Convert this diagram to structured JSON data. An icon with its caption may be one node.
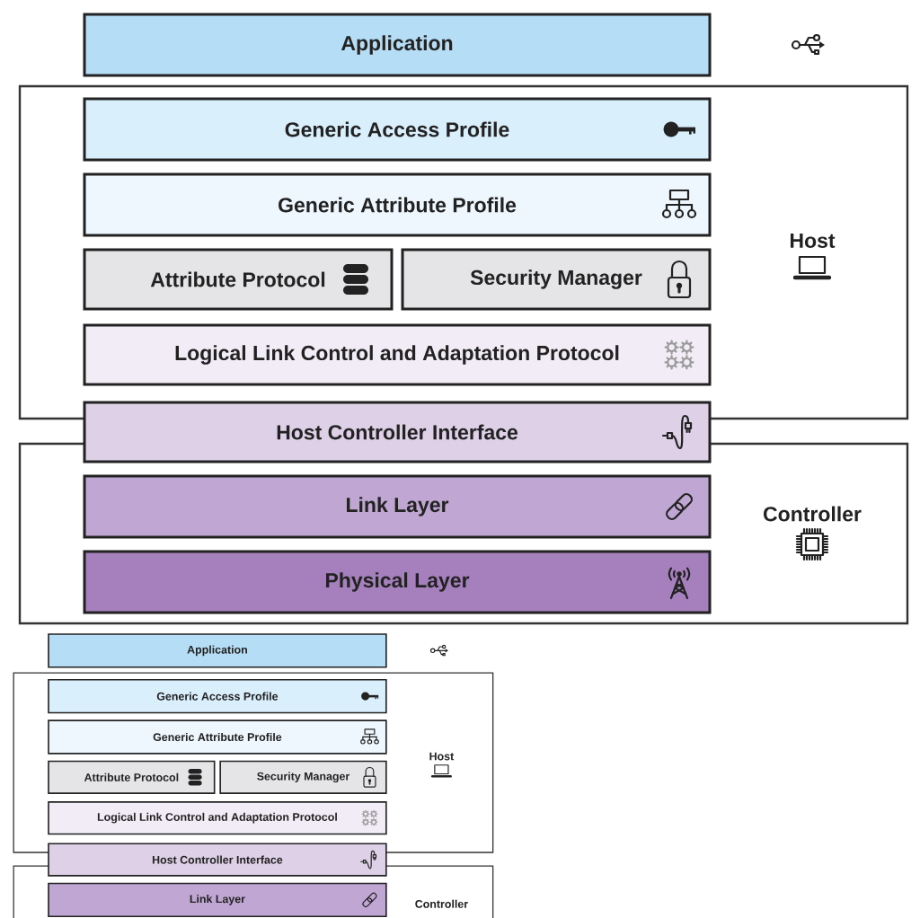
{
  "diagram": {
    "nodes": [
      {
        "text": [
          "Application"
        ]
      },
      {
        "text": [
          "Host"
        ]
      },
      {
        "text": [
          "Generic Access Profile"
        ],
        "in": 1
      },
      {
        "text": [
          "Generic Attribute Profile"
        ],
        "in": 1
      },
      {
        "text": [
          "Attribute Protocol"
        ],
        "in": 1
      },
      {
        "text": [
          "Security Manager"
        ],
        "in": 1
      },
      {
        "text": [
          "Logical Link Control and Adaptation Protocol"
        ],
        "in": 1
      },
      {
        "text": [
          "Host Controller Interface"
        ]
      },
      {
        "text": [
          "Controller"
        ]
      },
      {
        "text": [
          "Link Layer"
        ],
        "in": 8
      },
      {
        "text": [
          "Physical Layer"
        ],
        "in": 8
      },
      {
        "text": [
          "Application"
        ]
      },
      {
        "text": [
          "Host"
        ]
      },
      {
        "text": [
          "Generic Access Profile"
        ],
        "in": 12
      },
      {
        "text": [
          "Generic Attribute Profile"
        ],
        "in": 12
      },
      {
        "text": [
          "Attribute Protocol"
        ],
        "in": 12
      },
      {
        "text": [
          "Security Manager"
        ],
        "in": 12
      },
      {
        "text": [
          "Logical Link Control and Adaptation Protocol"
        ],
        "in": 12
      },
      {
        "text": [
          "Host Controller Interface"
        ]
      },
      {
        "text": [
          "Controller"
        ]
      },
      {
        "text": [
          "Link Layer"
        ],
        "in": 19
      }
    ]
  }
}
